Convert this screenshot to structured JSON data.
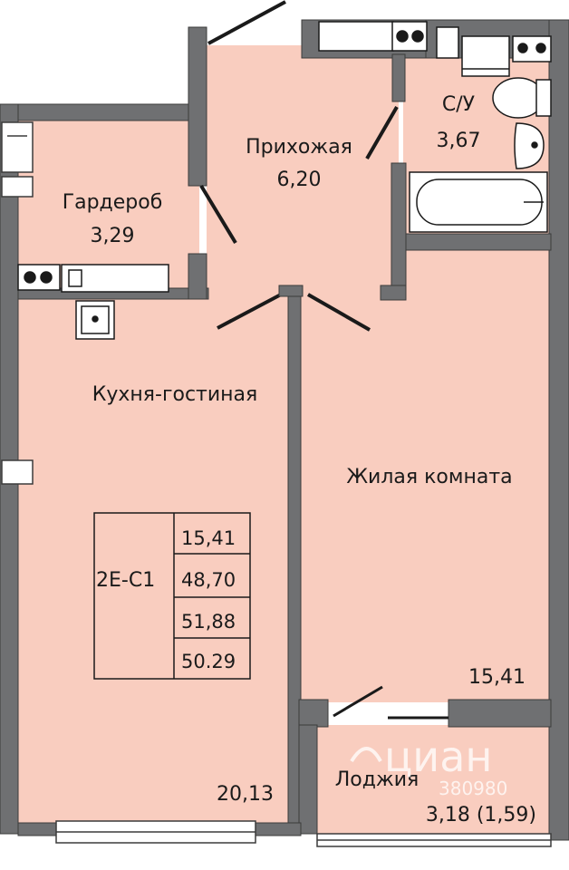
{
  "rooms": {
    "hallway": {
      "name": "Прихожая",
      "area": "6,20"
    },
    "wardrobe": {
      "name": "Гардероб",
      "area": "3,29"
    },
    "bathroom": {
      "name": "С/У",
      "area": "3,67"
    },
    "kitchen_living": {
      "name": "Кухня-гостиная",
      "area": "20,13"
    },
    "living_room": {
      "name": "Жилая комната",
      "area": "15,41"
    },
    "loggia": {
      "name": "Лоджия",
      "area": "3,18 (1,59)"
    }
  },
  "summary_table": {
    "code": "2Е-С1",
    "values": [
      "15,41",
      "48,70",
      "51,88",
      "50.29"
    ]
  },
  "watermark": {
    "brand": "циан",
    "number": "380980"
  },
  "colors": {
    "room_fill": "#f9cdbf",
    "wall": "#6f7072",
    "wall_edge": "#3b3b3b",
    "text": "#1a1a1a"
  }
}
